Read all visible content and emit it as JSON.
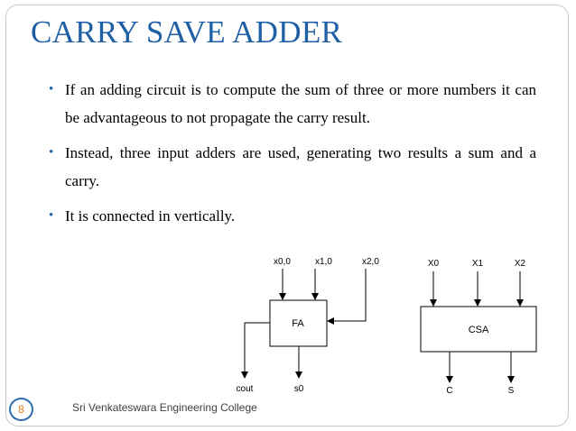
{
  "title": "CARRY SAVE ADDER",
  "bullets": [
    "If an adding circuit is to compute the sum of three or more numbers it can be advantageous to not propagate the carry result.",
    "Instead, three input adders are used, generating two results a sum and a carry.",
    "It is connected in vertically."
  ],
  "footer": {
    "slide_number": "8",
    "college": "Sri Venkateswara Engineering College"
  },
  "fa_diagram": {
    "inputs": [
      "x0,0",
      "x1,0",
      "x2,0"
    ],
    "block": "FA",
    "outputs": [
      "cout",
      "s0"
    ]
  },
  "csa_diagram": {
    "inputs": [
      "X0",
      "X1",
      "X2"
    ],
    "block": "CSA",
    "outputs": [
      "C",
      "S"
    ]
  },
  "colors": {
    "title": "#1f5fa6",
    "bullet": "#1f5fa6",
    "slide_number": "#e87a1c"
  }
}
